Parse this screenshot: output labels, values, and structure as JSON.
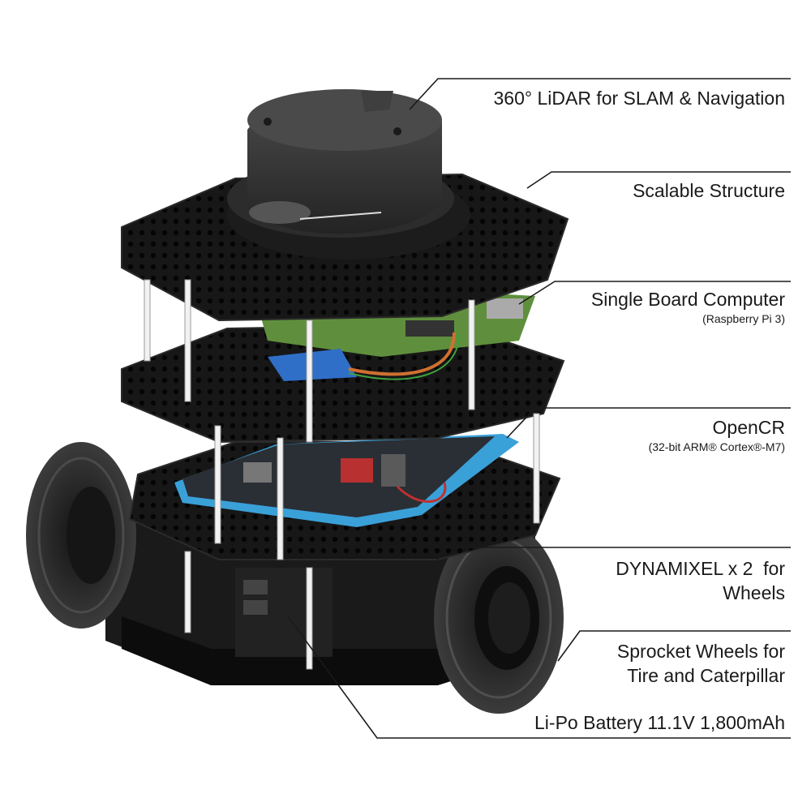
{
  "callouts": {
    "lidar": {
      "title": "360° LiDAR for SLAM & Navigation"
    },
    "structure": {
      "title": "Scalable Structure"
    },
    "sbc": {
      "title": "Single Board Computer",
      "subtitle": "(Raspberry Pi 3)"
    },
    "opencr": {
      "title": "OpenCR",
      "subtitle": "(32-bit ARM® Cortex®-M7)"
    },
    "dynamixel": {
      "line1": "DYNAMIXEL x 2  for",
      "line2": "Wheels"
    },
    "sprocket": {
      "line1": "Sprocket Wheels for",
      "line2": "Tire and Caterpillar"
    },
    "battery": {
      "title": "Li-Po Battery 11.1V 1,800mAh"
    }
  },
  "colors": {
    "plate": "#161616",
    "plate_edge": "#2b2b2b",
    "lidar_body": "#3a3a3a",
    "pcb_green": "#5f8f3c",
    "pcb_blue": "#3aa0d8",
    "tire": "#2a2a2a",
    "standoff": "#f2f2f2",
    "leader_line": "#1a1a1a"
  }
}
